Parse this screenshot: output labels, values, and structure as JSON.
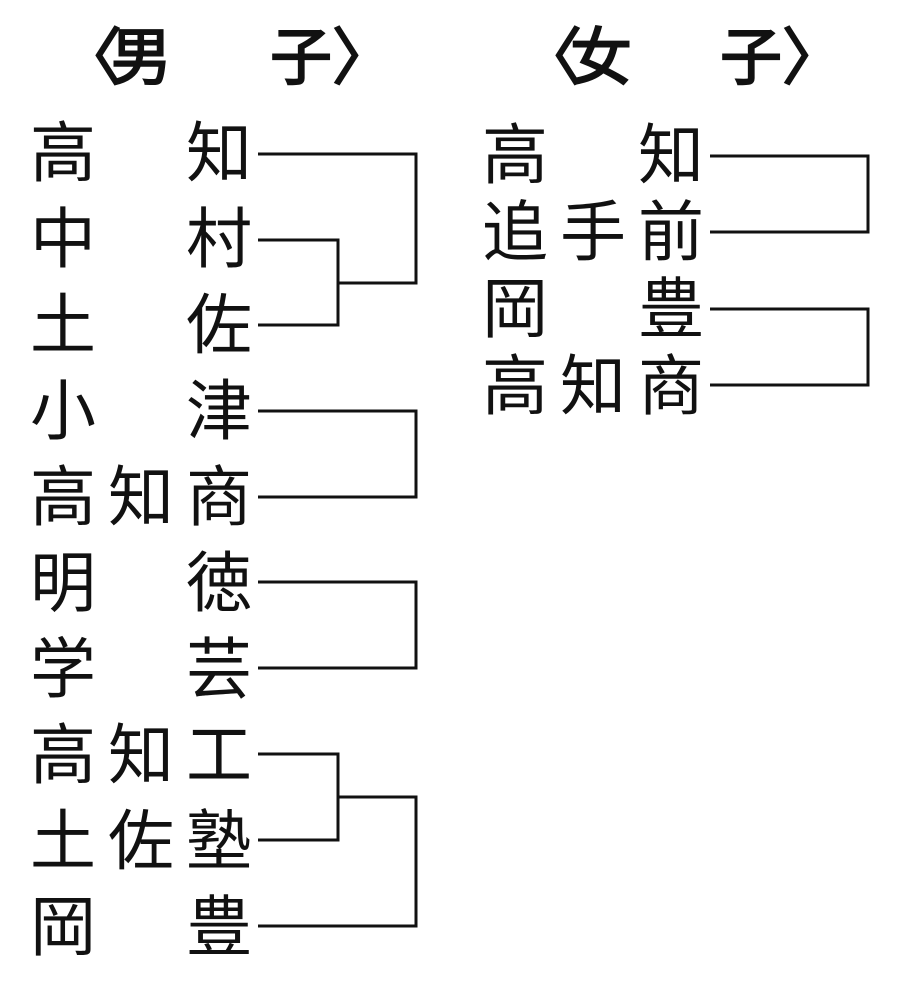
{
  "headings": {
    "men": {
      "open": "〈",
      "c1": "男",
      "c2": "子",
      "close": "〉"
    },
    "women": {
      "open": "〈",
      "c1": "女",
      "c2": "子",
      "close": "〉"
    }
  },
  "men_teams": [
    {
      "chars": [
        "高",
        "",
        "知"
      ]
    },
    {
      "chars": [
        "中",
        "",
        "村"
      ]
    },
    {
      "chars": [
        "土",
        "",
        "佐"
      ]
    },
    {
      "chars": [
        "小",
        "",
        "津"
      ]
    },
    {
      "chars": [
        "高",
        "知",
        "商"
      ]
    },
    {
      "chars": [
        "明",
        "",
        "徳"
      ]
    },
    {
      "chars": [
        "学",
        "",
        "芸"
      ]
    },
    {
      "chars": [
        "高",
        "知",
        "工"
      ]
    },
    {
      "chars": [
        "土",
        "佐",
        "塾"
      ]
    },
    {
      "chars": [
        "岡",
        "",
        "豊"
      ]
    }
  ],
  "women_teams": [
    {
      "chars": [
        "高",
        "",
        "知"
      ]
    },
    {
      "chars": [
        "追",
        "手",
        "前"
      ]
    },
    {
      "chars": [
        "岡",
        "",
        "豊"
      ]
    },
    {
      "chars": [
        "高",
        "知",
        "商"
      ]
    }
  ]
}
